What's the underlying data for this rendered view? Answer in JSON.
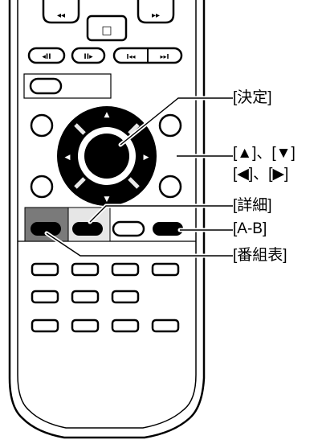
{
  "callouts": {
    "enter": "[決定]",
    "arrows_up_down": "[▲]、[▼]",
    "arrows_left_right": "[◀]、[▶]",
    "details": "[詳細]",
    "ab_repeat": "[A-B]",
    "program_guide": "[番組表]"
  },
  "remote": {
    "button_glyphs": {
      "rewind": "◂◂",
      "fast_forward": "▸▸",
      "stop": "□",
      "slow_back": "◂II",
      "slow_forward": "II▸",
      "skip_back": "I◂◂",
      "skip_forward": "▸▸I",
      "up": "▲",
      "down": "▼",
      "left": "◀",
      "right": "▶"
    },
    "colors": {
      "outline": "#000000",
      "highlight_gray": "#7a7a7a",
      "light_gray": "#e6e6e6",
      "dark_fill": "#000000",
      "body_fill": "#ffffff"
    }
  }
}
